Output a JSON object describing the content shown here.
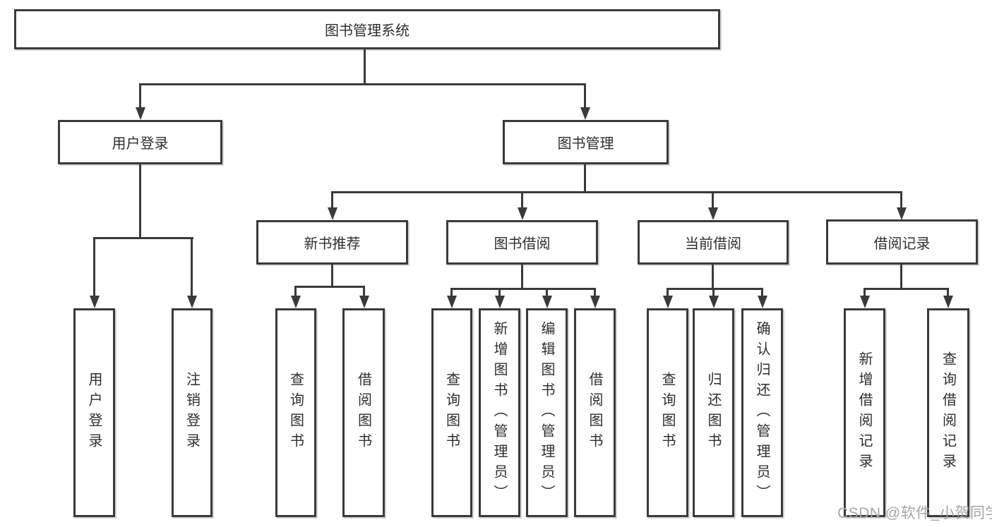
{
  "diagram": {
    "root": {
      "label": "图书管理系统"
    },
    "level1": [
      {
        "label": "用户登录"
      },
      {
        "label": "图书管理"
      }
    ],
    "level2": [
      {
        "label": "新书推荐"
      },
      {
        "label": "图书借阅"
      },
      {
        "label": "当前借阅"
      },
      {
        "label": "借阅记录"
      }
    ],
    "leaves": [
      {
        "label": "用户登录",
        "parent": "用户登录"
      },
      {
        "label": "注销登录",
        "parent": "用户登录"
      },
      {
        "label": "查询图书",
        "parent": "新书推荐"
      },
      {
        "label": "借阅图书",
        "parent": "新书推荐"
      },
      {
        "label": "查询图书",
        "parent": "图书借阅"
      },
      {
        "label": "新增图书（管理员）",
        "parent": "图书借阅"
      },
      {
        "label": "编辑图书（管理员）",
        "parent": "图书借阅"
      },
      {
        "label": "借阅图书",
        "parent": "图书借阅"
      },
      {
        "label": "查询图书",
        "parent": "当前借阅"
      },
      {
        "label": "归还图书",
        "parent": "当前借阅"
      },
      {
        "label": "确认归还（管理员）",
        "parent": "当前借阅"
      },
      {
        "label": "新增借阅记录",
        "parent": "借阅记录"
      },
      {
        "label": "查询借阅记录",
        "parent": "借阅记录"
      }
    ],
    "watermark": "CSDN @软件_小贺同学",
    "colors": {
      "line": "#3a3a3a",
      "text": "#2e2e2e",
      "box_background": "#ffffff",
      "watermark": "#a6a6a6",
      "background": "#ffffff"
    }
  }
}
